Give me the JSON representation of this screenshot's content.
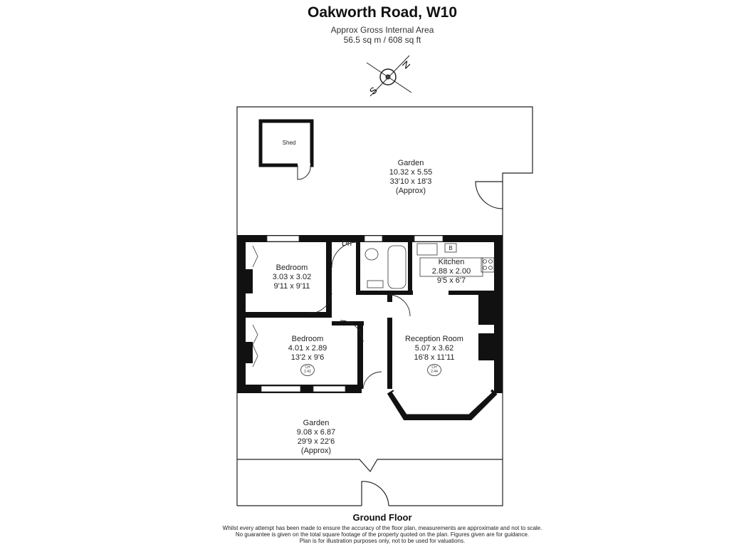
{
  "header": {
    "title": "Oakworth Road, W10",
    "area_label": "Approx Gross Internal Area",
    "area_value": "56.5 sq m / 608 sq ft"
  },
  "compass": {
    "north": "N",
    "south": "S"
  },
  "rooms": {
    "shed": {
      "name": "Shed"
    },
    "garden_rear": {
      "name": "Garden",
      "metric": "10.32 x 5.55",
      "imperial": "33'10 x 18'3",
      "note": "(Approx)"
    },
    "bedroom1": {
      "name": "Bedroom",
      "metric": "3.03 x 3.02",
      "imperial": "9'11 x 9'11"
    },
    "kitchen": {
      "name": "Kitchen",
      "metric": "2.88 x 2.00",
      "imperial": "9'5 x 6'7",
      "boiler": "B"
    },
    "stairs": {
      "label": "Dn"
    },
    "bedroom2": {
      "name": "Bedroom",
      "metric": "4.01 x 2.89",
      "imperial": "13'2 x 9'6",
      "ceiling": [
        "CH",
        "2.42"
      ]
    },
    "reception": {
      "name": "Reception Room",
      "metric": "5.07 x 3.62",
      "imperial": "16'8 x 11'11",
      "ceiling": [
        "CH",
        "2.44"
      ]
    },
    "garden_front": {
      "name": "Garden",
      "metric": "9.08 x 6.87",
      "imperial": "29'9 x 22'6",
      "note": "(Approx)"
    }
  },
  "footer": {
    "floor": "Ground Floor",
    "disclaimer": [
      "Whilst every attempt has been made to ensure the accuracy of the floor plan, measurements are approximate and not to scale.",
      "No guarantee is given on the total square footage of the property quoted on the plan. Figures given are for guidance.",
      "Plan is for illustration purposes only, not to be used for valuations."
    ]
  }
}
